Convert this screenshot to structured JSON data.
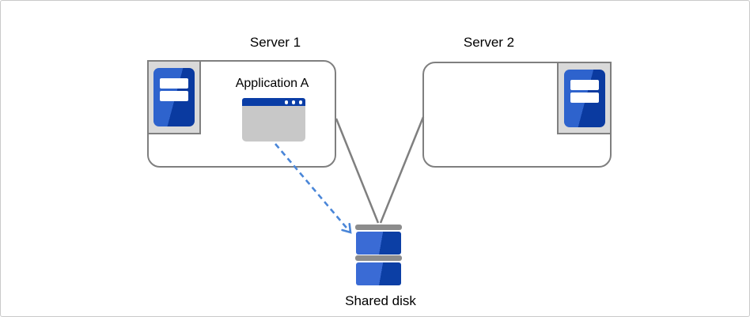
{
  "diagram": {
    "server1": {
      "label": "Server 1",
      "application_label": "Application A"
    },
    "server2": {
      "label": "Server 2"
    },
    "shared_disk": {
      "label": "Shared disk"
    },
    "icons": {
      "server1_icon": "computer-tower-icon",
      "server2_icon": "computer-tower-icon",
      "application_icon": "application-window-icon",
      "shared_disk_icon": "disk-stack-icon",
      "access_arrow": "dashed-arrow-icon"
    },
    "colors": {
      "tower_blue_light": "#2e63cd",
      "tower_blue_dark": "#0a3aa0",
      "titlebar_blue": "#0a3da6",
      "window_body_gray": "#c8c8c8",
      "icon_bg_gray": "#d9d9d9",
      "outline_gray": "#7f7f7f",
      "disk_bar_gray": "#8c8c8c",
      "arrow_blue": "#4a86d8",
      "frame_border_gray": "#c9c9c9"
    }
  }
}
